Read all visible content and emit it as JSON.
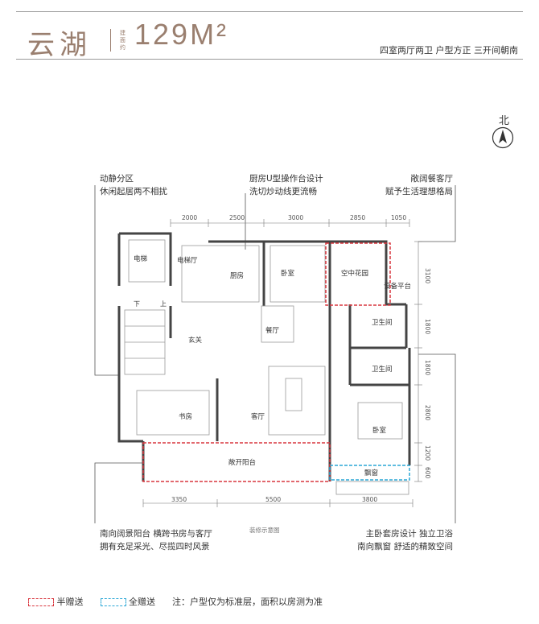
{
  "header": {
    "project_name": "云湖",
    "area_label": "建面约",
    "area_value": "129M²",
    "features": "四室两厅两卫   户型方正   三开间朝南"
  },
  "compass": {
    "label": "北"
  },
  "callouts": {
    "top_left": [
      "动静分区",
      "休闲起居两不相扰"
    ],
    "top_center": [
      "厨房U型操作台设计",
      "洗切炒动线更流畅"
    ],
    "top_right": [
      "敞阔餐客厅",
      "赋予生活理想格局"
    ],
    "bottom_left": [
      "南向阔景阳台  横跨书房与客厅",
      "拥有充足采光、尽揽四时风景"
    ],
    "bottom_right": [
      "主卧套房设计  独立卫浴",
      "南向飘窗  舒适的精致空间"
    ]
  },
  "floorplan": {
    "top_dimensions": [
      "2000",
      "2500",
      "3000",
      "2850",
      "1050"
    ],
    "bottom_dimensions": [
      "3350",
      "5500",
      "3800"
    ],
    "right_dimensions": [
      "3100",
      "1800",
      "1800",
      "2800",
      "1200",
      "600"
    ],
    "rooms": {
      "elevator": "电梯",
      "elevator_hall": "电梯厅",
      "kitchen": "厨房",
      "bedroom_top": "卧室",
      "sky_garden": "空中花园",
      "equipment": "设备平台",
      "bath1": "卫生间",
      "bath2": "卫生间",
      "dining": "餐厅",
      "foyer": "玄关",
      "living": "客厅",
      "study": "书房",
      "master": "卧室",
      "bay": "飘窗",
      "balcony": "敞开阳台",
      "stair_down": "下",
      "stair_up": "上"
    },
    "caption": "装修示意图"
  },
  "legend": {
    "half_gift": "半赠送",
    "full_gift": "全赠送",
    "note": "注：户型仅为标准层，面积以房测为准",
    "half_color": "#d9363e",
    "full_color": "#2aa7d6"
  }
}
